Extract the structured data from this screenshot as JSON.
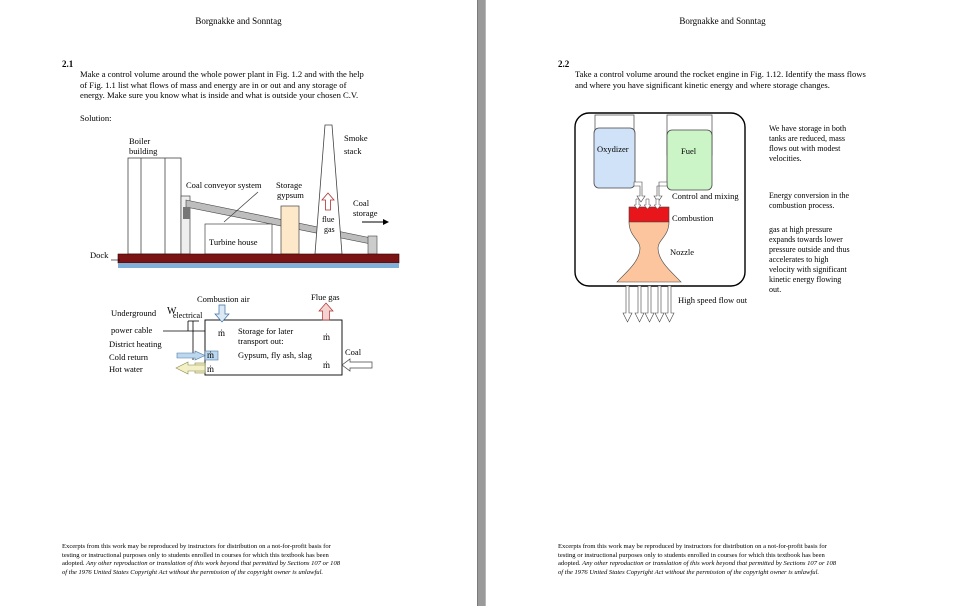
{
  "header": "Borgnakke and Sonntag",
  "left_page": {
    "problem_number": "2.1",
    "problem_text": [
      "Make a control volume around the whole power plant in Fig. 1.2 and with the help",
      "of Fig. 1.1 list what flows of mass and energy are in or out and any storage of",
      "energy. Make sure you know what is inside and what is outside your chosen C.V."
    ],
    "solution_label": "Solution:",
    "plant_diagram": {
      "boiler_building": [
        "Boiler",
        "building"
      ],
      "coal_conveyor": "Coal conveyor system",
      "storage_gypsum": [
        "Storage",
        "gypsum"
      ],
      "smoke_stack": [
        "Smoke",
        "stack"
      ],
      "flue_gas": [
        "flue",
        "gas"
      ],
      "coal_storage": [
        "Coal",
        "storage"
      ],
      "turbine_house": "Turbine house",
      "dock": "Dock"
    },
    "cv_diagram": {
      "underground": "Underground",
      "w_symbol": "W",
      "w_subscript": "electrical",
      "power_cable": "power cable",
      "district_heating": "District heating",
      "cold_return": "Cold return",
      "hot_water": "Hot water",
      "combustion_air": "Combustion air",
      "flue_gas": "Flue gas",
      "coal": "Coal",
      "m_dot": "ṁ",
      "storage_text": [
        "Storage for later",
        "transport out:",
        "Gypsum, fly ash, slag"
      ]
    }
  },
  "right_page": {
    "problem_number": "2.2",
    "problem_text": [
      "Take a control volume around the rocket engine in Fig. 1.12. Identify the mass flows",
      "and where you have significant kinetic energy and where storage changes."
    ],
    "rocket_diagram": {
      "oxydizer": "Oxydizer",
      "fuel": "Fuel",
      "control_mixing": "Control and mixing",
      "combustion": "Combustion",
      "nozzle": "Nozzle",
      "high_speed": "High speed flow out"
    },
    "notes": {
      "storage": [
        "We have storage in both",
        "tanks are reduced, mass",
        "flows out with modest",
        "velocities."
      ],
      "energy": [
        "Energy conversion in the",
        "combustion process."
      ],
      "gas": [
        "gas at high pressure",
        "expands towards lower",
        "pressure outside and thus",
        "accelerates to high",
        "velocity with significant",
        "kinetic energy flowing",
        "out."
      ]
    }
  },
  "footer": {
    "line1": "Excerpts from this work may be reproduced by instructors for distribution on a not-for-profit basis for",
    "line2": "testing or instructional purposes only to students enrolled in courses for which this textbook has been",
    "line3_plain": "adopted. ",
    "line3_italic": "Any other reproduction or translation of this work beyond that permitted by Sections 107 or 108",
    "line4_italic": "of the 1976 United States Copyright Act without the permission of the copyright owner is unlawful."
  }
}
